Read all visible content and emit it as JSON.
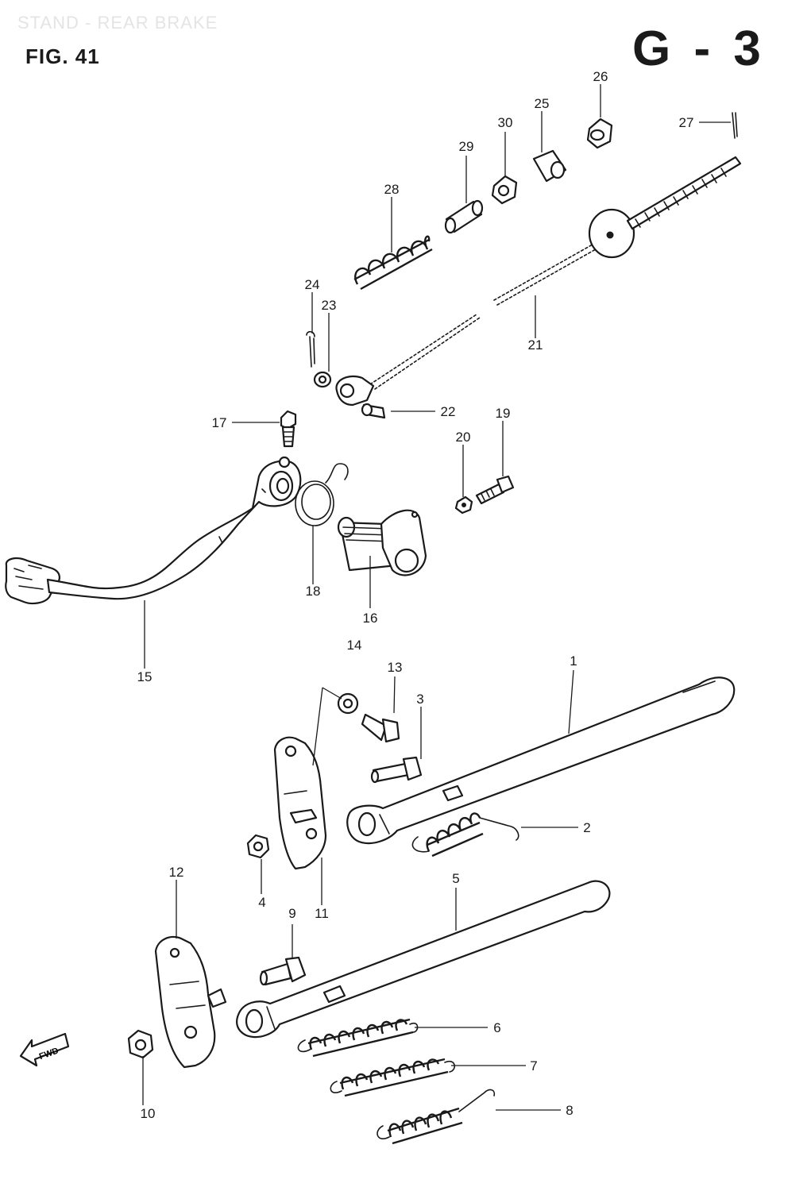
{
  "header": {
    "section_title": "STAND - REAR BRAKE",
    "figure_label": "FIG. 41",
    "page_code": "G - 3"
  },
  "fwd_marker": {
    "label": "FWD",
    "icon": "forward-arrow-icon"
  },
  "callouts": [
    "1",
    "2",
    "3",
    "4",
    "5",
    "6",
    "7",
    "8",
    "9",
    "10",
    "11",
    "12",
    "13",
    "14",
    "15",
    "16",
    "17",
    "18",
    "19",
    "20",
    "21",
    "22",
    "23",
    "24",
    "25",
    "26",
    "27",
    "28",
    "29",
    "30"
  ]
}
